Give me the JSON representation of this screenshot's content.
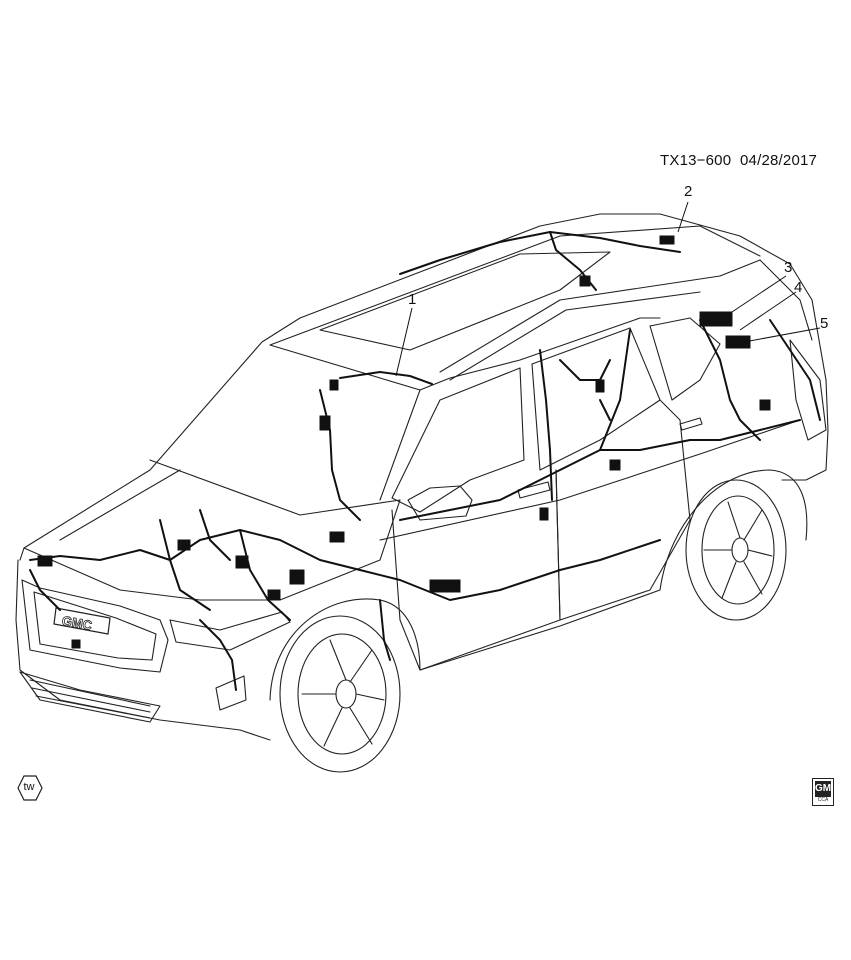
{
  "figure": {
    "ref_code": "TX13−600",
    "date": "04/28/2017",
    "callouts": [
      {
        "label": "1"
      },
      {
        "label": "2"
      },
      {
        "label": "3"
      },
      {
        "label": "4"
      },
      {
        "label": "5"
      }
    ]
  },
  "badges": {
    "tw_label": "tw",
    "logo_top": "GM",
    "logo_bottom": "CCA",
    "grille_emblem": "GMC"
  },
  "colors": {
    "line": "#222222",
    "harness": "#111111"
  }
}
